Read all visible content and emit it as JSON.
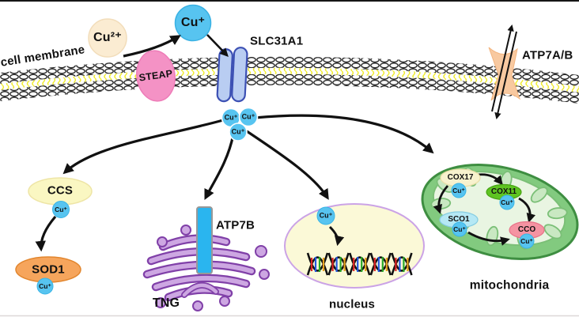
{
  "figure": {
    "membrane_label": "cell membrane",
    "ions": {
      "cu2": "Cu²⁺",
      "cu1": "Cu⁺"
    },
    "transporters": {
      "slc31a1": "SLC31A1",
      "atp7ab": "ATP7A/B",
      "steap": "STEAP",
      "atp7b": "ATP7B"
    },
    "chaperones": {
      "ccs": "CCS",
      "sod1": "SOD1",
      "cox17": "COX17",
      "cox11": "COX11",
      "sco1": "SCO1",
      "cco": "CCO"
    },
    "organelles": {
      "tng": "TNG",
      "nucleus": "nucleus",
      "mitochondria": "mitochondria"
    },
    "colors": {
      "cu_ion": "#57c4f0",
      "cu2_ion": "#fbecd2",
      "steap": "#f492c5",
      "slc31a1_channel": "#b9cdf2",
      "atp7ab": "#f8c9a0",
      "ccs": "#faf7c2",
      "sod1": "#f6a55c",
      "atp7b_pump": "#2ab5ef",
      "golgi": "#cda7e2",
      "nucleus_fill": "#fbf9d7",
      "mito_body": "#82ca7f",
      "cox17": "#f8f2ce",
      "cox11": "#5ec421",
      "sco1": "#b5e8f4",
      "cco": "#f593a2",
      "lipid_tails": "#f0ec2e",
      "arrow": "#111111"
    }
  }
}
